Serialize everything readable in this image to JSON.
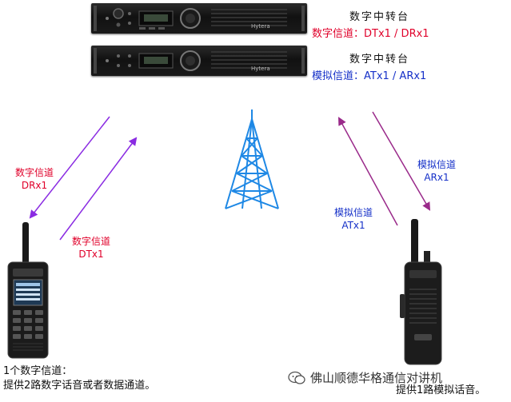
{
  "repeater1": {
    "title": "数字中转台",
    "channel": "数字信道：DTx1 / DRx1",
    "brand": "Hytera"
  },
  "repeater2": {
    "title": "数字中转台",
    "channel": "模拟信道：ATx1 / ARx1",
    "brand": "Hytera"
  },
  "left": {
    "downlink_name": "数字信道",
    "downlink_code": "DRx1",
    "uplink_name": "数字信道",
    "uplink_code": "DTx1",
    "caption_line1": "1个数字信道：",
    "caption_line2": "提供2路数字话音或者数据通道。"
  },
  "right": {
    "uplink_name": "模拟信道",
    "uplink_code": "ATx1",
    "downlink_name": "模拟信道",
    "downlink_code": "ARx1",
    "caption_line2": "提供1路模拟话音。"
  },
  "watermark": "佛山顺德华格通信对讲机",
  "colors": {
    "digital_arrow": "#8a2be2",
    "analog_arrow": "#9a2a8a",
    "red_text": "#e0002a",
    "blue_text": "#1530c8",
    "tower": "#1e88e5"
  }
}
